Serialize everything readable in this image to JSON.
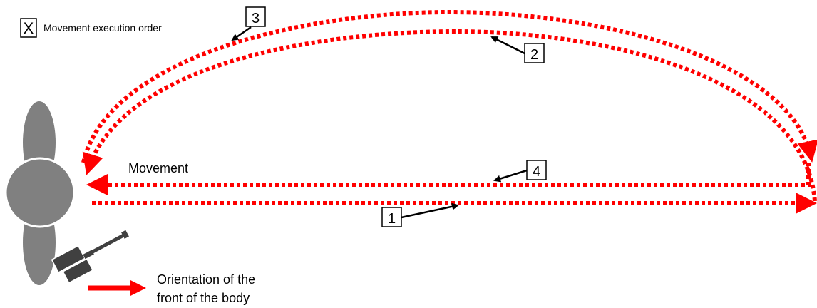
{
  "legend": {
    "symbol": "X",
    "text": "Movement execution order"
  },
  "labels": {
    "movement": "Movement"
  },
  "orientation_label": {
    "line1": "Orientation of the",
    "line2": "front of the body"
  },
  "steps": [
    "1",
    "2",
    "3",
    "4"
  ],
  "colors": {
    "path": "#ff0000",
    "body": "#808080",
    "tool": "#404040",
    "arrow": "#000000"
  }
}
